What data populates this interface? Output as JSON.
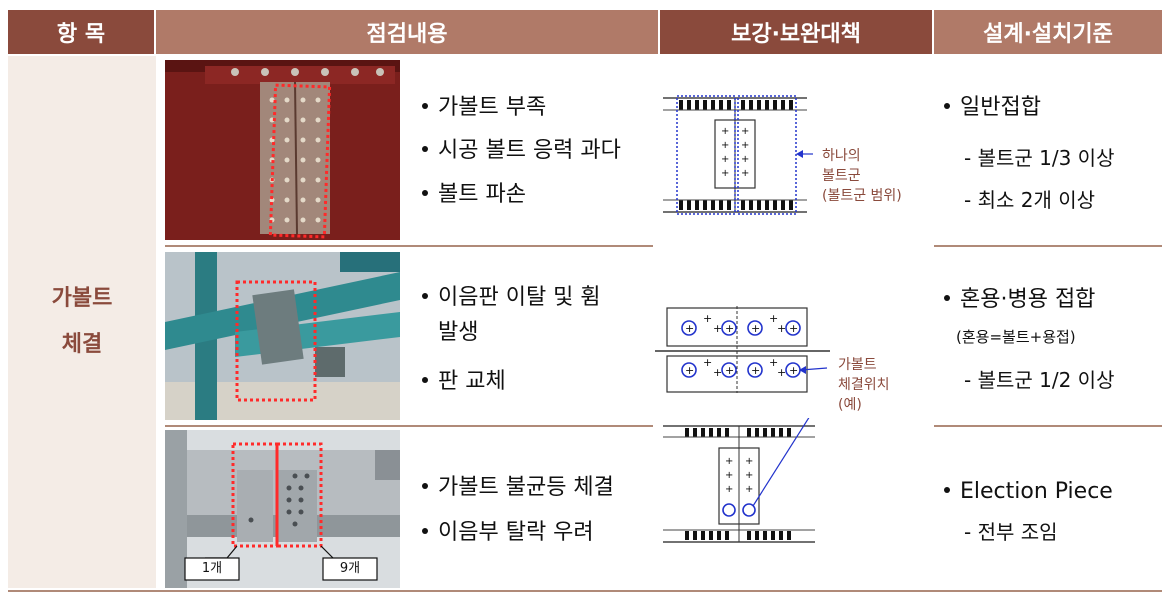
{
  "header": {
    "col1": "항 목",
    "col2": "점검내용",
    "col3": "보강·보완대책",
    "col4": "설계·설치기준"
  },
  "category": {
    "line1": "가볼트",
    "line2": "체결"
  },
  "rows": [
    {
      "items": [
        "가볼트 부족",
        "시공 볼트 응력 과다",
        "볼트 파손"
      ],
      "criteria_title": "일반접합",
      "criteria_subs": [
        "- 볼트군 1/3 이상",
        "- 최소 2개 이상"
      ]
    },
    {
      "items": [
        "이음판 이탈 및 휨",
        "발생",
        "판 교체"
      ],
      "criteria_title": "혼용·병용 접합",
      "criteria_note": "(혼용=볼트+용접)",
      "criteria_subs": [
        "- 볼트군 1/2 이상"
      ]
    },
    {
      "items": [
        "가볼트 불균등 체결",
        "이음부 탈락 우려"
      ],
      "criteria_title": "Election Piece",
      "criteria_subs": [
        "- 전부 조임"
      ],
      "photo_labels": [
        "1개",
        "9개"
      ]
    }
  ],
  "annotations": {
    "bolt_group": [
      "하나의",
      "볼트군",
      "(볼트군 범위)"
    ],
    "temp_bolt": [
      "가볼트",
      "체결위치",
      "(예)"
    ]
  },
  "colors": {
    "header_dark": "#8a4a3c",
    "header_light": "#b07a68",
    "accent_text": "#8a4a3c",
    "marker_red": "#e02020",
    "marker_blue": "#2233cc"
  }
}
